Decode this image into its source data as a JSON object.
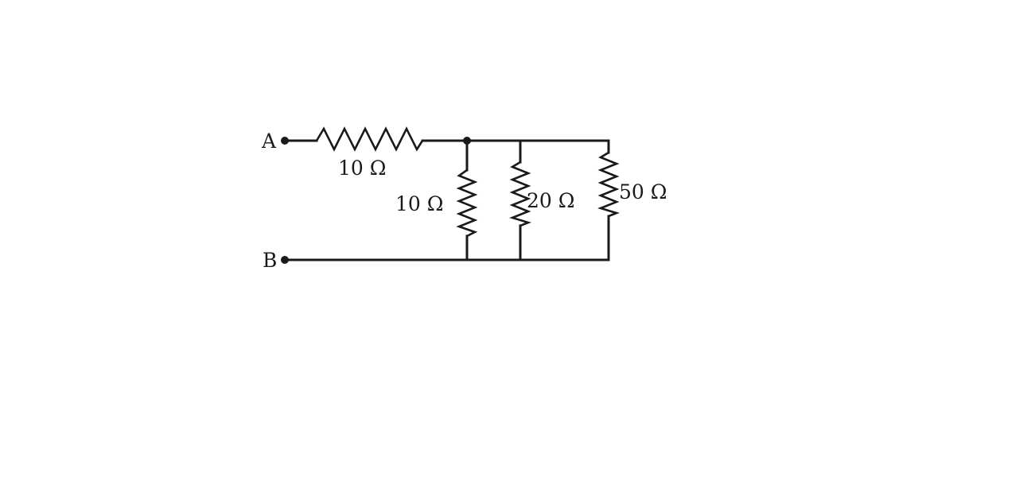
{
  "terminals": {
    "a": "A",
    "b": "B"
  },
  "resistors": {
    "series": "10 Ω",
    "parallel_1": "10 Ω",
    "parallel_2": "20 Ω",
    "parallel_3": "50 Ω"
  }
}
